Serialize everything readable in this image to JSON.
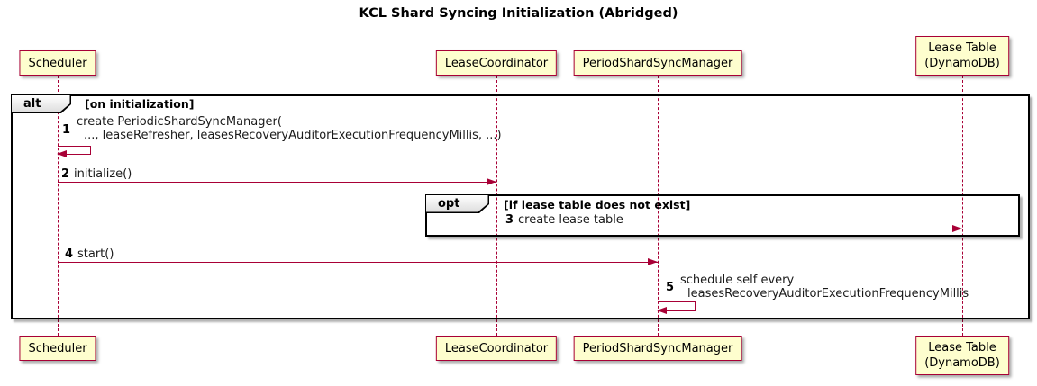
{
  "title": "KCL Shard Syncing Initialization (Abridged)",
  "colors": {
    "participant_fill": "#FEFECE",
    "participant_border": "#A80036",
    "arrow": "#A80036",
    "lifeline": "#A80036",
    "frame_border": "#000000",
    "operator_fill": "#EEEEEE"
  },
  "participants": [
    {
      "id": "scheduler",
      "label": "Scheduler"
    },
    {
      "id": "lease-coordinator",
      "label": "LeaseCoordinator"
    },
    {
      "id": "period-shard-sync-manager",
      "label": "PeriodShardSyncManager"
    },
    {
      "id": "lease-table",
      "label_line1": "Lease Table",
      "label_line2": "(DynamoDB)"
    }
  ],
  "frames": {
    "alt": {
      "operator": "alt",
      "guard": "[on initialization]"
    },
    "opt": {
      "operator": "opt",
      "guard": "[if lease table does not exist]"
    }
  },
  "messages": {
    "m1": {
      "num": "1",
      "line1": "create PeriodicShardSyncManager(",
      "line2": "..., leaseRefresher, leasesRecoveryAuditorExecutionFrequencyMillis, ...)"
    },
    "m2": {
      "num": "2",
      "text": "initialize()"
    },
    "m3": {
      "num": "3",
      "text": "create lease table"
    },
    "m4": {
      "num": "4",
      "text": "start()"
    },
    "m5": {
      "num": "5",
      "line1": "schedule self every",
      "line2": "leasesRecoveryAuditorExecutionFrequencyMillis"
    }
  }
}
